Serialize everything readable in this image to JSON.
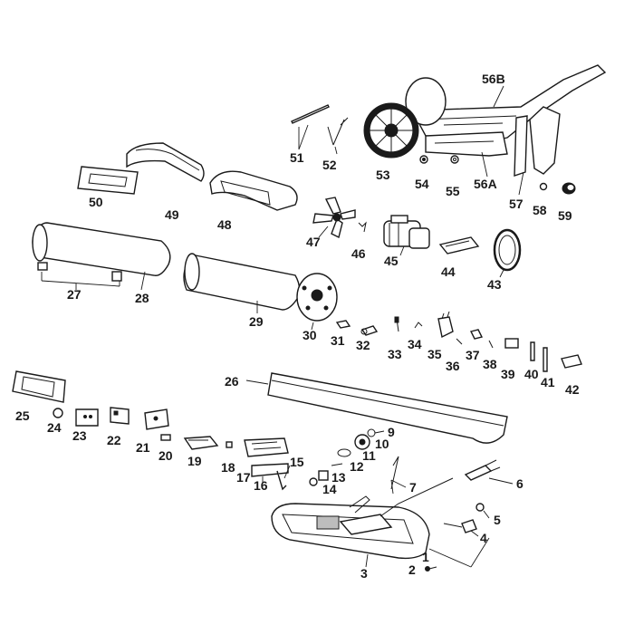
{
  "diagram": {
    "labels": {
      "p1": "1",
      "p2": "2",
      "p3": "3",
      "p4": "4",
      "p5": "5",
      "p6": "6",
      "p7": "7",
      "p9": "9",
      "p10": "10",
      "p11": "11",
      "p12": "12",
      "p13": "13",
      "p14": "14",
      "p15": "15",
      "p16": "16",
      "p17": "17",
      "p18": "18",
      "p19": "19",
      "p20": "20",
      "p21": "21",
      "p22": "22",
      "p23": "23",
      "p24": "24",
      "p25": "25",
      "p26": "26",
      "p27": "27",
      "p28": "28",
      "p29": "29",
      "p30": "30",
      "p31": "31",
      "p32": "32",
      "p33": "33",
      "p34": "34",
      "p35": "35",
      "p36": "36",
      "p37": "37",
      "p38": "38",
      "p39": "39",
      "p40": "40",
      "p41": "41",
      "p42": "42",
      "p43": "43",
      "p44": "44",
      "p45": "45",
      "p46": "46",
      "p47": "47",
      "p48": "48",
      "p49": "49",
      "p50": "50",
      "p51": "51",
      "p52": "52",
      "p53": "53",
      "p54": "54",
      "p55": "55",
      "p56A": "56A",
      "p56B": "56B",
      "p57": "57",
      "p58": "58",
      "p59": "59"
    }
  }
}
